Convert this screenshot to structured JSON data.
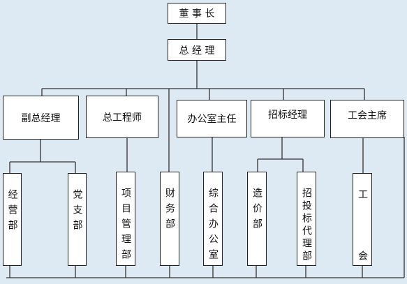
{
  "chairman": "董 事 长",
  "gm": "总 经 理",
  "deputies": [
    "副总经理",
    "总工程师",
    "办公室主任",
    "招标经理",
    "工会主席"
  ],
  "departments": [
    "经营部",
    "党支部",
    "项目管理部",
    "财务部",
    "综合办公室",
    "造价部",
    "招投标代理部",
    "工    会"
  ]
}
